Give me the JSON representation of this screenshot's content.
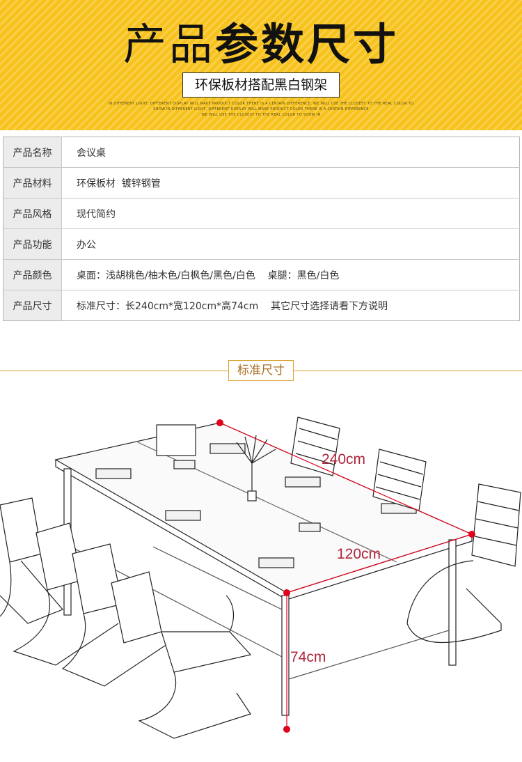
{
  "banner": {
    "title_part1": "产品",
    "title_part2": "参数尺寸",
    "subtitle": "环保板材搭配黑白钢架",
    "fine_print_lines": [
      "IN DIFFERENT LIGHT, DIFFERENT DISPLAY WILL MAKE PRODUCT COLOR THERE IS A CERTAIN DIFFERENCE. WE WILL USE THE CLOSEST TO THE REAL COLOR TO",
      "SHOW IN DIFFERENT LIGHT, DIFFERENT DISPLAY WILL MAKE PRODUCT COLOR THERE IS A CERTAIN DIFFERENCE",
      "WE WILL USE THE CLOSEST TO THE REAL COLOR TO SHOW IN"
    ],
    "background_color": "#f7c21b"
  },
  "specs": [
    {
      "label": "产品名称",
      "value": "会议桌"
    },
    {
      "label": "产品材料",
      "value": "环保板材  镀锌钢管"
    },
    {
      "label": "产品风格",
      "value": "现代简约"
    },
    {
      "label": "产品功能",
      "value": "办公"
    },
    {
      "label": "产品颜色",
      "value": "桌面：浅胡桃色/柚木色/白枫色/黑色/白色    桌腿：黑色/白色"
    },
    {
      "label": "产品尺寸",
      "value": "标准尺寸：长240cm*宽120cm*高74cm    其它尺寸选择请看下方说明"
    }
  ],
  "section": {
    "title": "标准尺寸",
    "accent_color": "#d9a12a"
  },
  "dimensions": {
    "length_label": "240cm",
    "width_label": "120cm",
    "height_label": "74cm",
    "marker_color": "#e0001b"
  }
}
